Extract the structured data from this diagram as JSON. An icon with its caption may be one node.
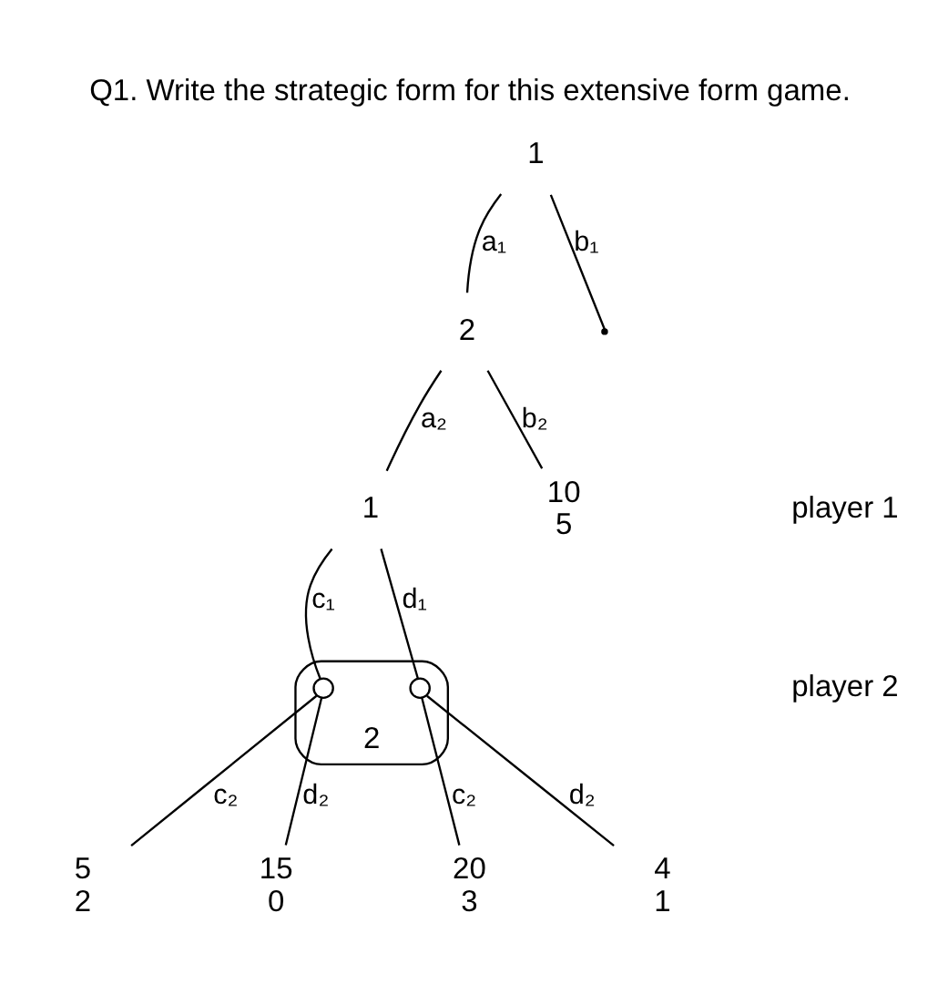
{
  "diagram": {
    "title": "Q1. Write the strategic form for this extensive form game.",
    "nodes": [
      {
        "text": [
          "1"
        ]
      },
      {
        "text": [
          "2"
        ]
      },
      {
        "text": [],
        "shape": "point"
      },
      {
        "text": [
          "1"
        ]
      },
      {
        "text": [
          "10",
          "5"
        ]
      },
      {
        "text": [
          "2"
        ]
      },
      {
        "text": [],
        "shape": "circle",
        "in": 5
      },
      {
        "text": [],
        "shape": "circle",
        "in": 5
      },
      {
        "text": [
          "5",
          "2"
        ]
      },
      {
        "text": [
          "15",
          "0"
        ]
      },
      {
        "text": [
          "20",
          "3"
        ]
      },
      {
        "text": [
          "4",
          "1"
        ]
      }
    ],
    "edges": [
      {
        "from": 0,
        "to": 1,
        "arrow": "none",
        "label": "a₁"
      },
      {
        "from": 0,
        "to": 2,
        "arrow": "none",
        "label": "b₁"
      },
      {
        "from": 1,
        "to": 3,
        "arrow": "none",
        "label": "a₂"
      },
      {
        "from": 1,
        "to": 4,
        "arrow": "none",
        "label": "b₂"
      },
      {
        "from": 3,
        "to": 6,
        "arrow": "none",
        "label": "c₁"
      },
      {
        "from": 3,
        "to": 7,
        "arrow": "none",
        "label": "d₁"
      },
      {
        "from": 6,
        "to": 8,
        "arrow": "none",
        "label": "c₂"
      },
      {
        "from": 6,
        "to": 9,
        "arrow": "none",
        "label": "d₂"
      },
      {
        "from": 7,
        "to": 10,
        "arrow": "none",
        "label": "c₂"
      },
      {
        "from": 7,
        "to": 11,
        "arrow": "none",
        "label": "d₂"
      }
    ],
    "labels": [
      "player 1",
      "player 2"
    ]
  }
}
